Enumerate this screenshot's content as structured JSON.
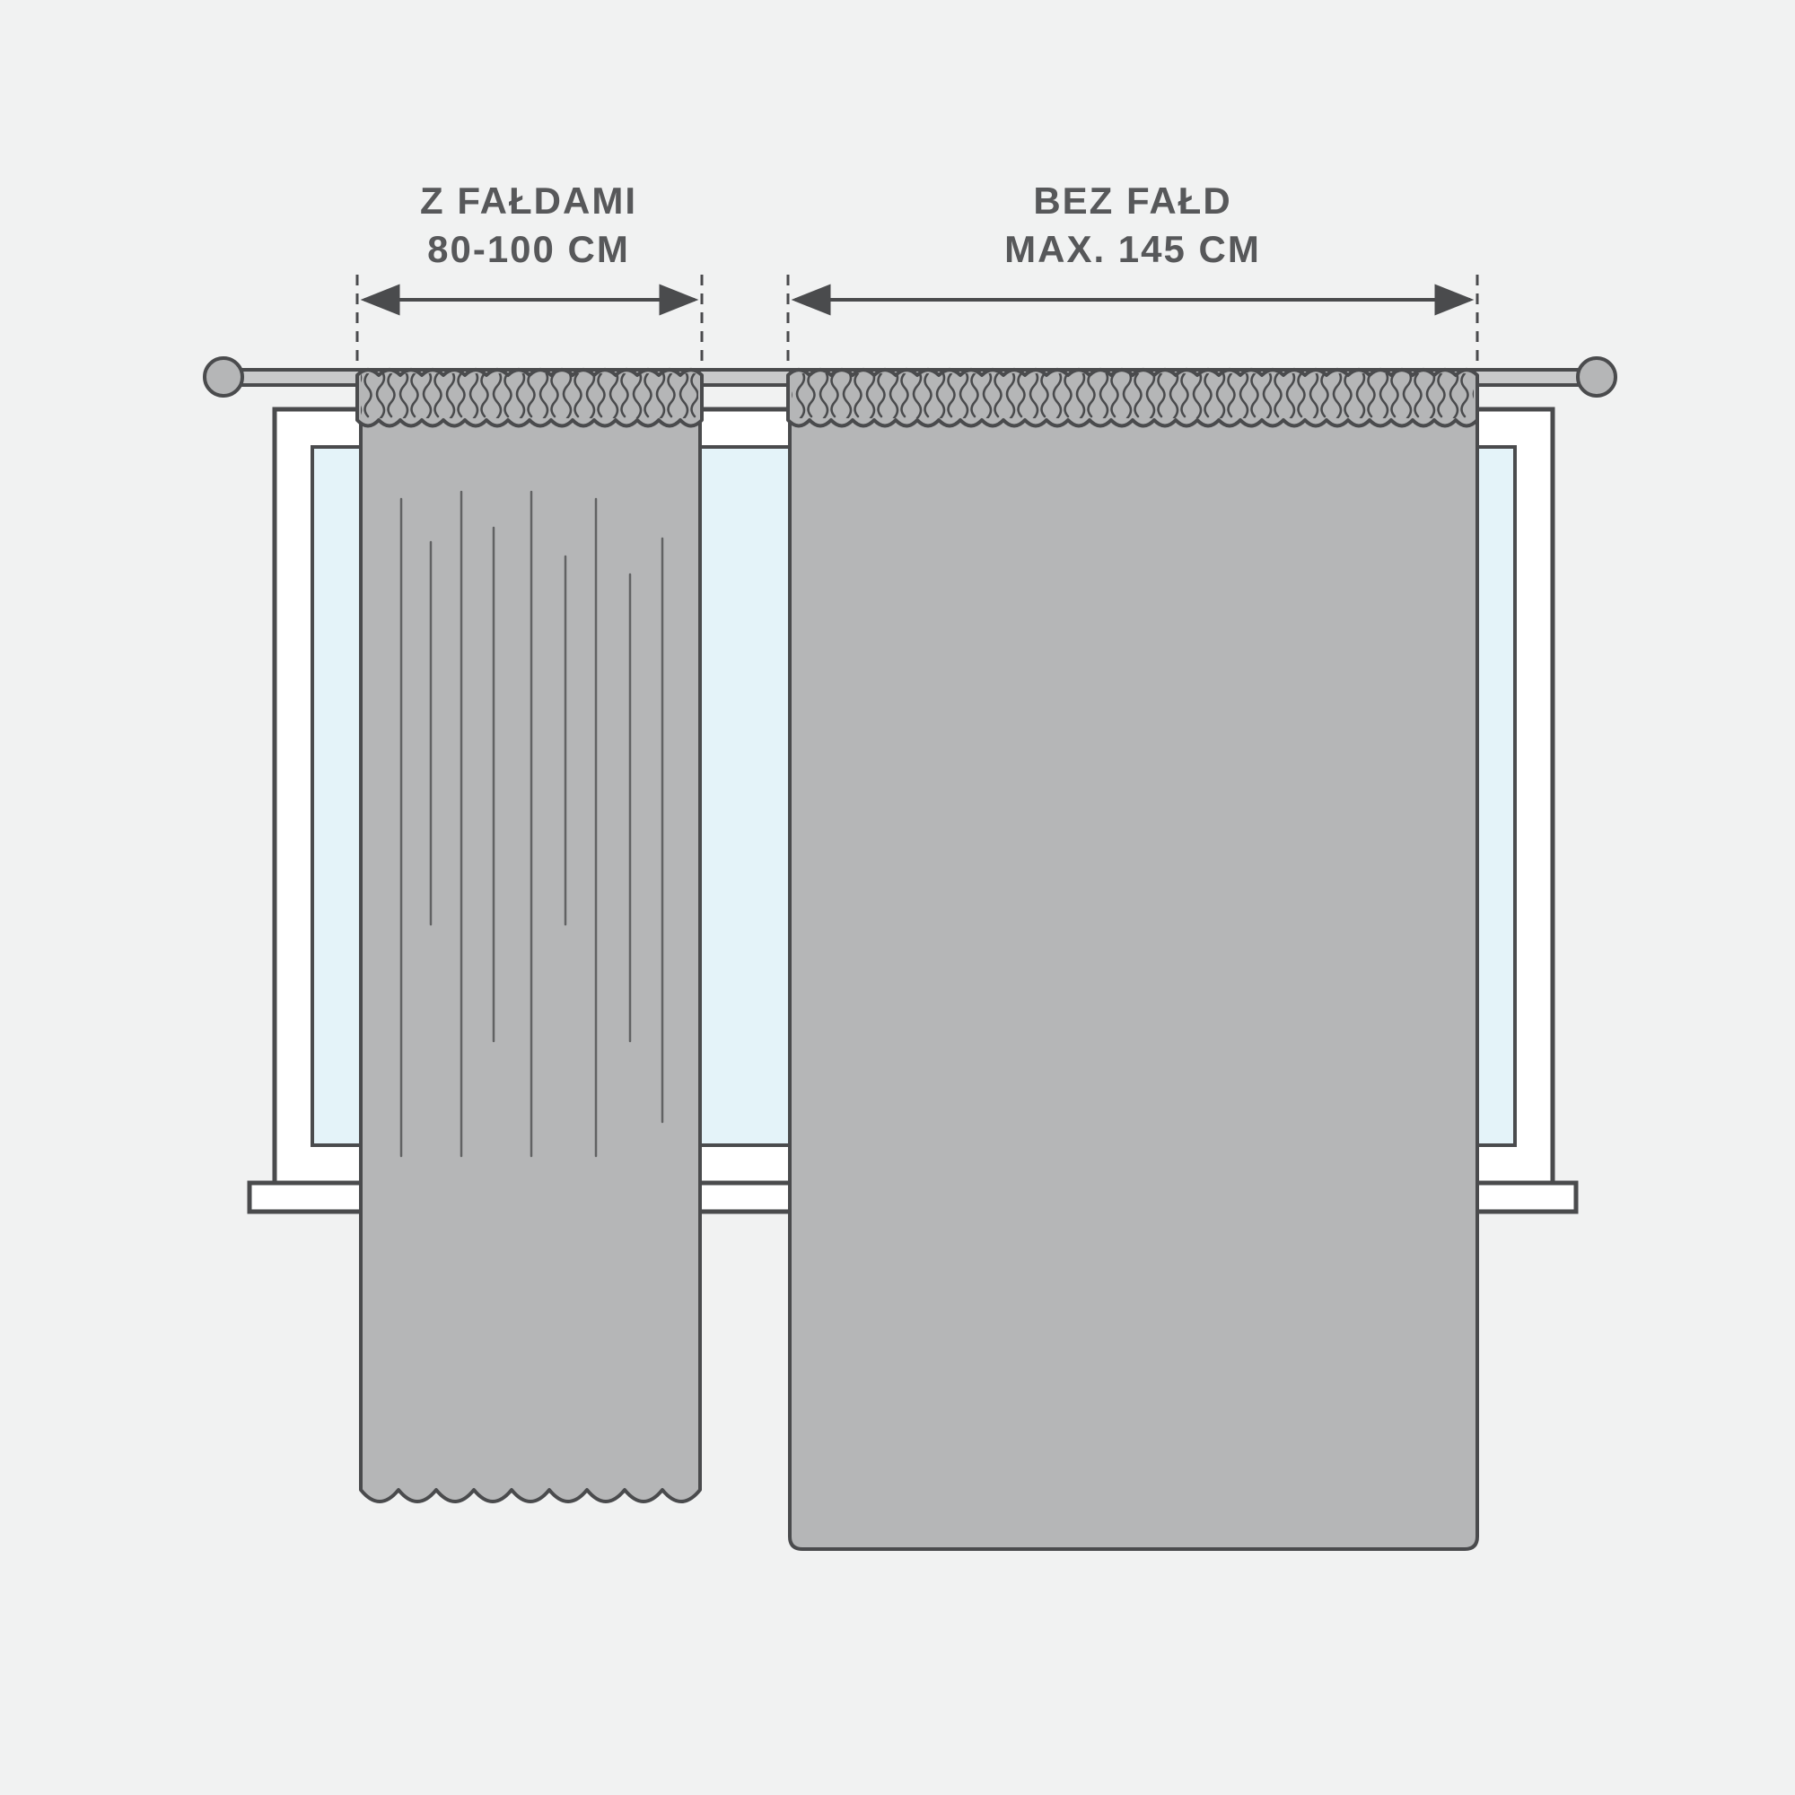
{
  "diagram": {
    "left_curtain": {
      "label_line1": "Z FAŁDAMI",
      "label_line2": "80-100 CM"
    },
    "right_curtain": {
      "label_line1": "BEZ FAŁD",
      "label_line2": "MAX. 145 CM"
    }
  },
  "colors": {
    "background": "#f1f2f2",
    "curtain_fill": "#b5b6b7",
    "outline": "#4a4b4d",
    "glass": "#e4f3f9",
    "frame_fill": "#ffffff",
    "text": "#57585a",
    "rod_fill": "#c9cacb"
  }
}
